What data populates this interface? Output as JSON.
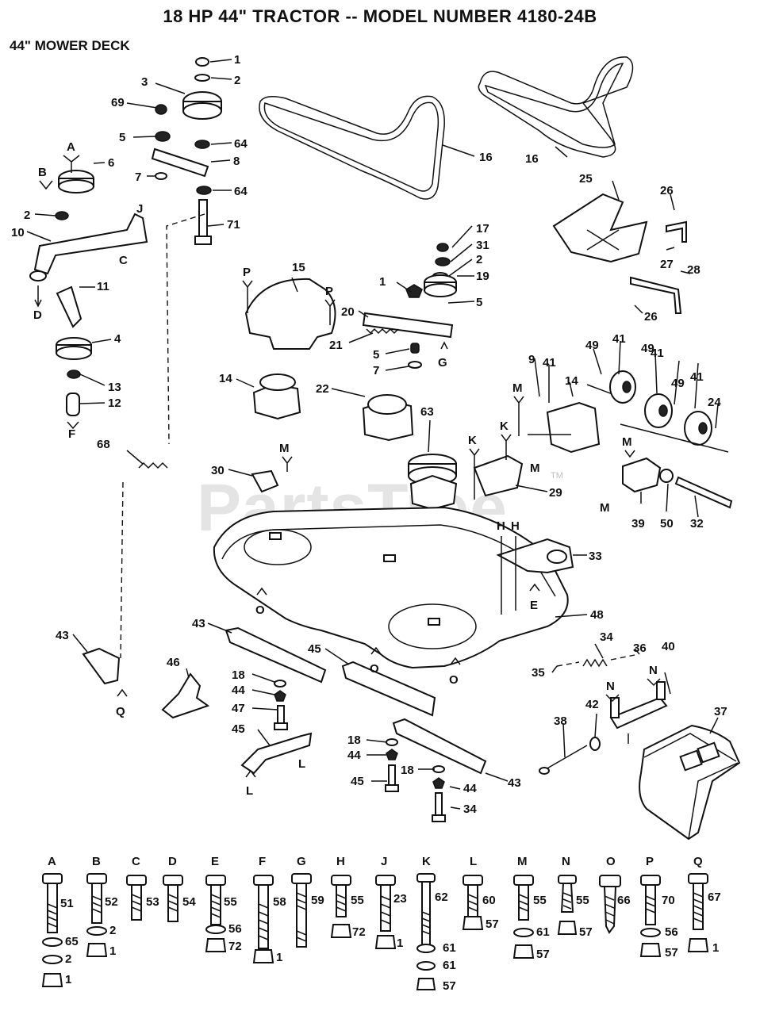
{
  "header": {
    "title": "18 HP 44\" TRACTOR -- MODEL NUMBER 4180-24B",
    "subtitle": "44\" MOWER DECK"
  },
  "watermark": {
    "text": "PartsTree",
    "tm": "TM"
  },
  "callouts": [
    "1",
    "2",
    "3",
    "69",
    "5",
    "64",
    "6",
    "8",
    "7",
    "64",
    "2",
    "10",
    "71",
    "11",
    "4",
    "13",
    "12",
    "68",
    "16",
    "16",
    "25",
    "26",
    "27",
    "28",
    "26",
    "17",
    "31",
    "2",
    "1",
    "19",
    "5",
    "15",
    "20",
    "21",
    "5",
    "7",
    "9",
    "41",
    "49",
    "41",
    "49",
    "41",
    "49",
    "41",
    "24",
    "14",
    "14",
    "22",
    "63",
    "30",
    "29",
    "39",
    "50",
    "32",
    "33",
    "48",
    "43",
    "43",
    "45",
    "18",
    "44",
    "47",
    "46",
    "45",
    "18",
    "44",
    "45",
    "18",
    "43",
    "44",
    "34",
    "35",
    "34",
    "36",
    "40",
    "42",
    "38",
    "37"
  ],
  "markers": [
    "A",
    "B",
    "J",
    "C",
    "D",
    "F",
    "P",
    "P",
    "G",
    "M",
    "M",
    "M",
    "M",
    "M",
    "K",
    "K",
    "H",
    "H",
    "E",
    "O",
    "O",
    "O",
    "L",
    "L",
    "Q",
    "N",
    "N"
  ],
  "hardware": [
    {
      "letter": "A",
      "parts": [
        "51",
        "65",
        "2",
        "1"
      ]
    },
    {
      "letter": "B",
      "parts": [
        "52",
        "2",
        "1"
      ]
    },
    {
      "letter": "C",
      "parts": [
        "53"
      ]
    },
    {
      "letter": "D",
      "parts": [
        "54"
      ]
    },
    {
      "letter": "E",
      "parts": [
        "55",
        "56",
        "72"
      ]
    },
    {
      "letter": "F",
      "parts": [
        "58",
        "1"
      ]
    },
    {
      "letter": "G",
      "parts": [
        "59"
      ]
    },
    {
      "letter": "H",
      "parts": [
        "55",
        "72"
      ]
    },
    {
      "letter": "J",
      "parts": [
        "23",
        "1"
      ]
    },
    {
      "letter": "K",
      "parts": [
        "62",
        "61",
        "61",
        "57"
      ]
    },
    {
      "letter": "L",
      "parts": [
        "60",
        "57"
      ]
    },
    {
      "letter": "M",
      "parts": [
        "55",
        "61",
        "57"
      ]
    },
    {
      "letter": "N",
      "parts": [
        "55",
        "57"
      ]
    },
    {
      "letter": "O",
      "parts": [
        "66"
      ]
    },
    {
      "letter": "P",
      "parts": [
        "70",
        "56",
        "57"
      ]
    },
    {
      "letter": "Q",
      "parts": [
        "67",
        "1"
      ]
    }
  ]
}
